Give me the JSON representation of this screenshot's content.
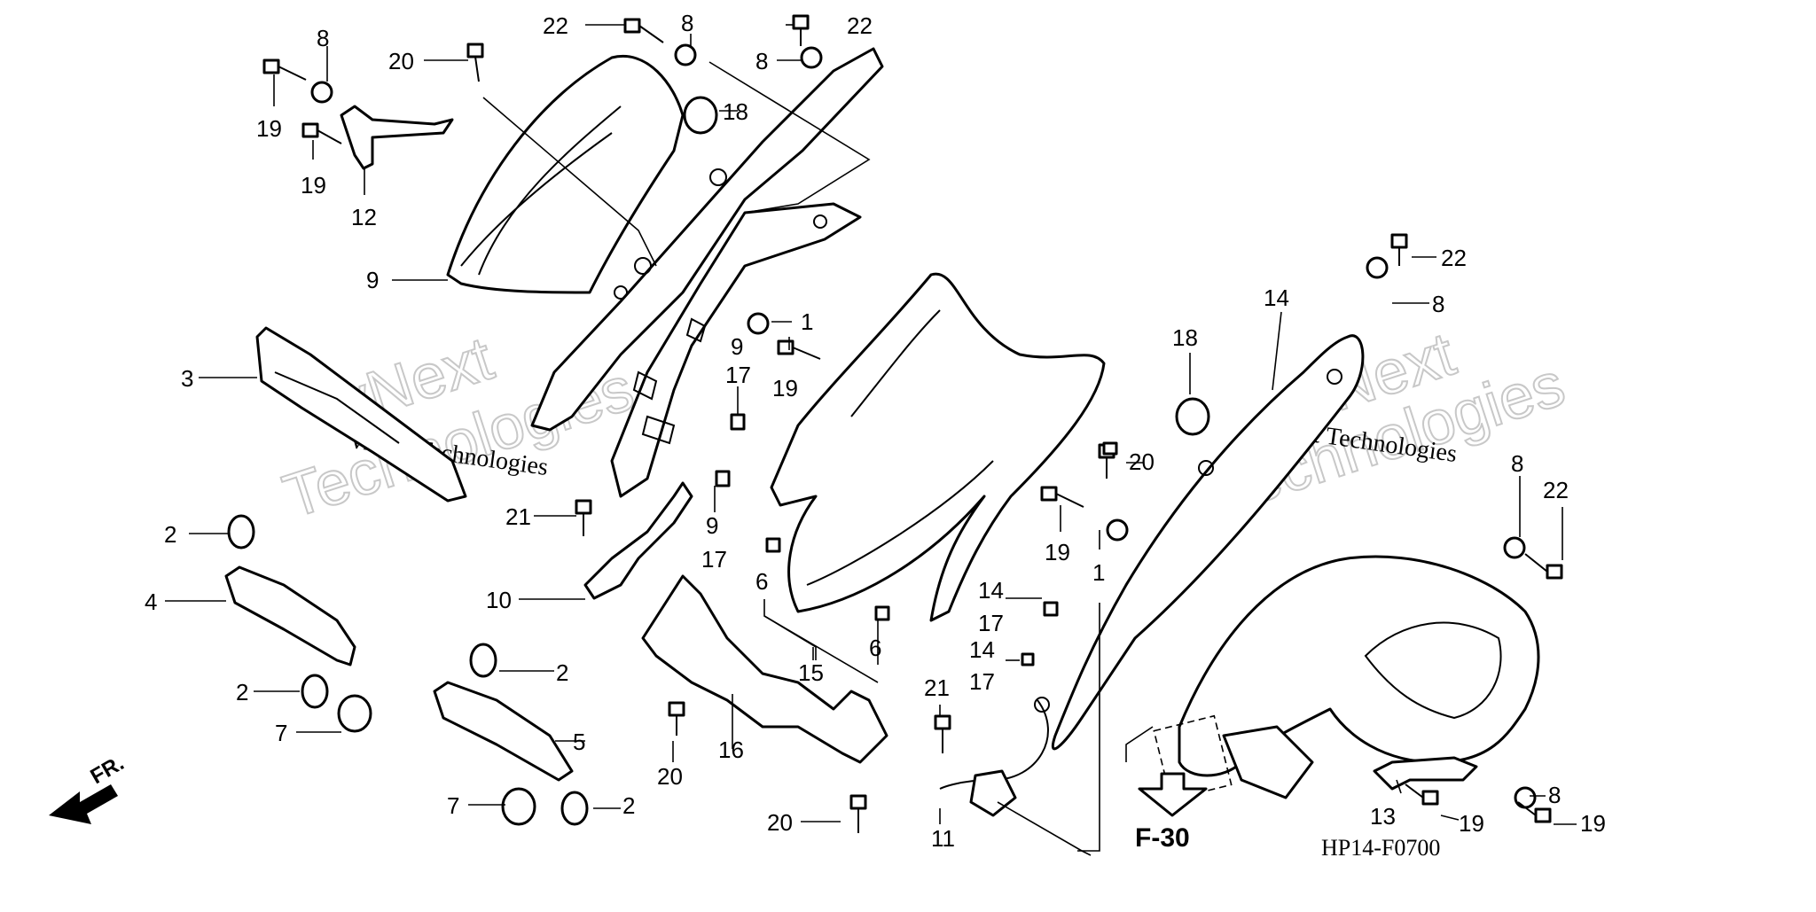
{
  "diagram": {
    "part_labels": [
      "1",
      "2",
      "3",
      "4",
      "5",
      "6",
      "7",
      "8",
      "9",
      "10",
      "11",
      "12",
      "13",
      "14",
      "15",
      "16",
      "17",
      "18",
      "19",
      "20",
      "21",
      "22"
    ],
    "callouts": {
      "c22a": "22",
      "c8a": "8",
      "c22b": "22",
      "c8b": "8",
      "c20a": "20",
      "c8c": "8",
      "c18a": "18",
      "c19a": "19",
      "c19b": "19",
      "c12": "12",
      "c9a": "9",
      "c1a": "1",
      "c9b": "9",
      "c19c": "19",
      "c17a": "17",
      "c3": "3",
      "c21a": "21",
      "c9c": "9",
      "c17b": "17",
      "c2a": "2",
      "c10": "10",
      "c6a": "6",
      "c4": "4",
      "c15": "15",
      "c6b": "6",
      "c2b": "2",
      "c2c": "2",
      "c7a": "7",
      "c5": "5",
      "c16": "16",
      "c20b": "20",
      "c7b": "7",
      "c2d": "2",
      "c20c": "20",
      "c21b": "21",
      "c11": "11",
      "c14a": "14",
      "c17c": "17",
      "c14b": "14",
      "c17d": "17",
      "c14c": "14",
      "c18b": "18",
      "c20d": "20",
      "c19d": "19",
      "c1b": "1",
      "c22c": "22",
      "c8d": "8",
      "c8e": "8",
      "c22d": "22",
      "c13": "13",
      "c19e": "19",
      "c8f": "8",
      "c19f": "19"
    },
    "direction_label": "FR.",
    "reference_label": "F-30",
    "diagram_code": "HP14-F0700",
    "watermark": {
      "line1": "vNext",
      "line2": "Technologies",
      "inline": "vNext Technologies"
    }
  }
}
